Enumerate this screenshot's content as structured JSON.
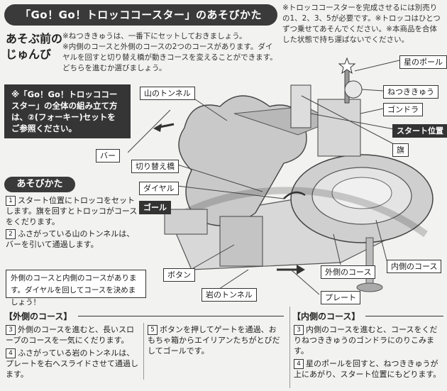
{
  "title": "「Go！Go！トロッココースター」のあそびかた",
  "top_note": "※トロッココースターを完成させるには別売りの1、2、3、5が必要です。※トロッコはひとつずつ乗せてあそんでください。※本商品を合体した状態で持ち運ばないでください。",
  "preparation": {
    "heading_line1": "あそぶ前の",
    "heading_line2": "じゅんび",
    "note1": "※ねつききゅうは、一番下にセットしておきましょう。",
    "note2": "※内側のコースと外側のコースの2つのコースがあります。ダイヤルを回すと切り替え橋が動きコースを変えることができます。どちらを進むか選びましょう。"
  },
  "assembly_note": "※「Go！Go！トロッココースター」の全体の組み立て方は、②(フォーキー)セットをご参照ください。",
  "howto": {
    "heading": "あそびかた",
    "steps": [
      {
        "num": "1",
        "text": "スタート位置にトロッコをセットします。旗を回すとトロッコがコースをくだります。"
      },
      {
        "num": "2",
        "text": "ふさがっている山のトンネルは、バーを引いて通過します。"
      }
    ],
    "hint": "外側のコースと内側のコースがあります。ダイヤルを回してコースを決めましょう！"
  },
  "labels": {
    "star_pole": "星のポール",
    "balloon": "ねつききゅう",
    "gondola": "ゴンドラ",
    "start": "スタート位置",
    "flag": "旗",
    "mountain_tunnel": "山のトンネル",
    "bar": "バー",
    "switch_bridge": "切り替え橋",
    "dial": "ダイヤル",
    "goal": "ゴール",
    "button": "ボタン",
    "rock_tunnel": "岩のトンネル",
    "plate": "プレート",
    "outer_course": "外側のコース",
    "inner_course": "内側のコース"
  },
  "outer": {
    "heading": "【外側のコース】",
    "steps": [
      {
        "num": "3",
        "text": "外側のコースを進むと、長いスロープのコースを一気にくだります。"
      },
      {
        "num": "4",
        "text": "ふさがっている岩のトンネルは、プレートを右へスライドさせて通過します。"
      },
      {
        "num": "5",
        "text": "ボタンを押してゲートを通過、おもちゃ箱からエイリアンたちがとびだしてゴールです。"
      }
    ]
  },
  "inner": {
    "heading": "【内側のコース】",
    "steps": [
      {
        "num": "3",
        "text": "内側のコースを進むと、コースをくだりねつききゅうのゴンドラにのりこみます。"
      },
      {
        "num": "4",
        "text": "星のポールを回すと、ねつききゅうが上にあがり、スタート位置にもどります。"
      }
    ]
  }
}
